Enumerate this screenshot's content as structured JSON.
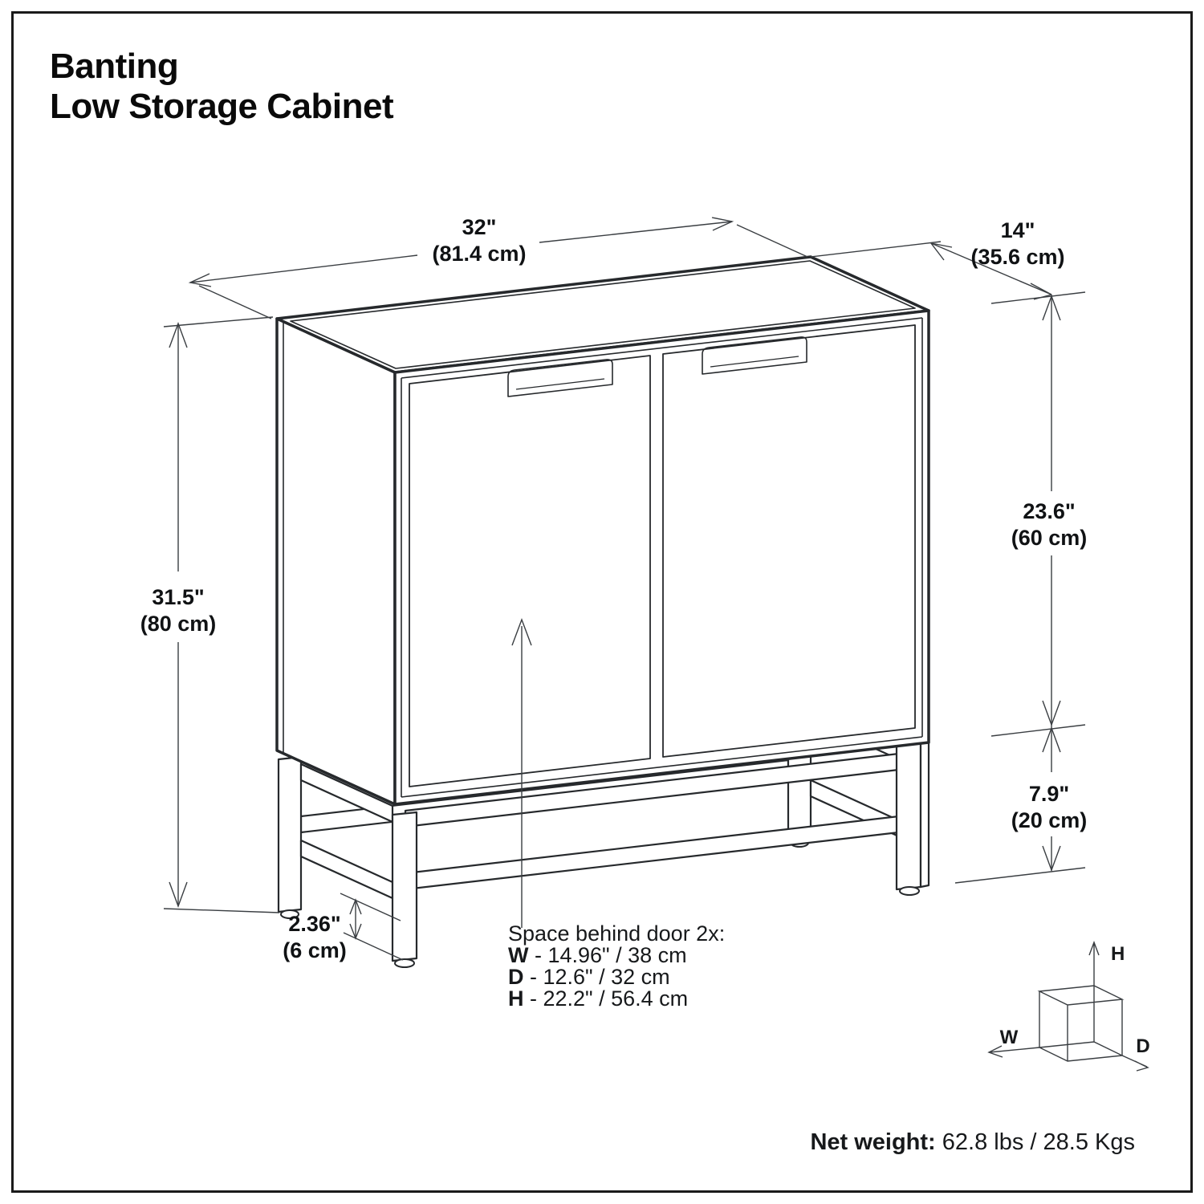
{
  "title": {
    "line1": "Banting",
    "line2": "Low Storage Cabinet"
  },
  "dimensions": {
    "width": {
      "in": "32\"",
      "cm": "(81.4 cm)"
    },
    "depth": {
      "in": "14\"",
      "cm": "(35.6 cm)"
    },
    "height_total": {
      "in": "31.5\"",
      "cm": "(80 cm)"
    },
    "height_cabinet": {
      "in": "23.6\"",
      "cm": "(60 cm)"
    },
    "height_base": {
      "in": "7.9\"",
      "cm": "(20 cm)"
    },
    "leg_width": {
      "in": "2.36\"",
      "cm": "(6 cm)"
    }
  },
  "interior_space": {
    "heading": "Space behind door 2x:",
    "items": [
      {
        "axis": "W",
        "rest": " - 14.96\" / 38 cm"
      },
      {
        "axis": "D",
        "rest": " - 12.6\" / 32 cm"
      },
      {
        "axis": "H",
        "rest": " - 22.2\" / 56.4 cm"
      }
    ]
  },
  "net_weight": {
    "label": "Net weight: ",
    "value": "62.8 lbs / 28.5 Kgs"
  },
  "axis_cube": {
    "w": "W",
    "h": "H",
    "d": "D"
  },
  "colors": {
    "background": "#ffffff",
    "border": "#1a1a1a",
    "drawing_line": "#26292c",
    "dimension_line": "#3a3e42",
    "text": "#101214"
  }
}
